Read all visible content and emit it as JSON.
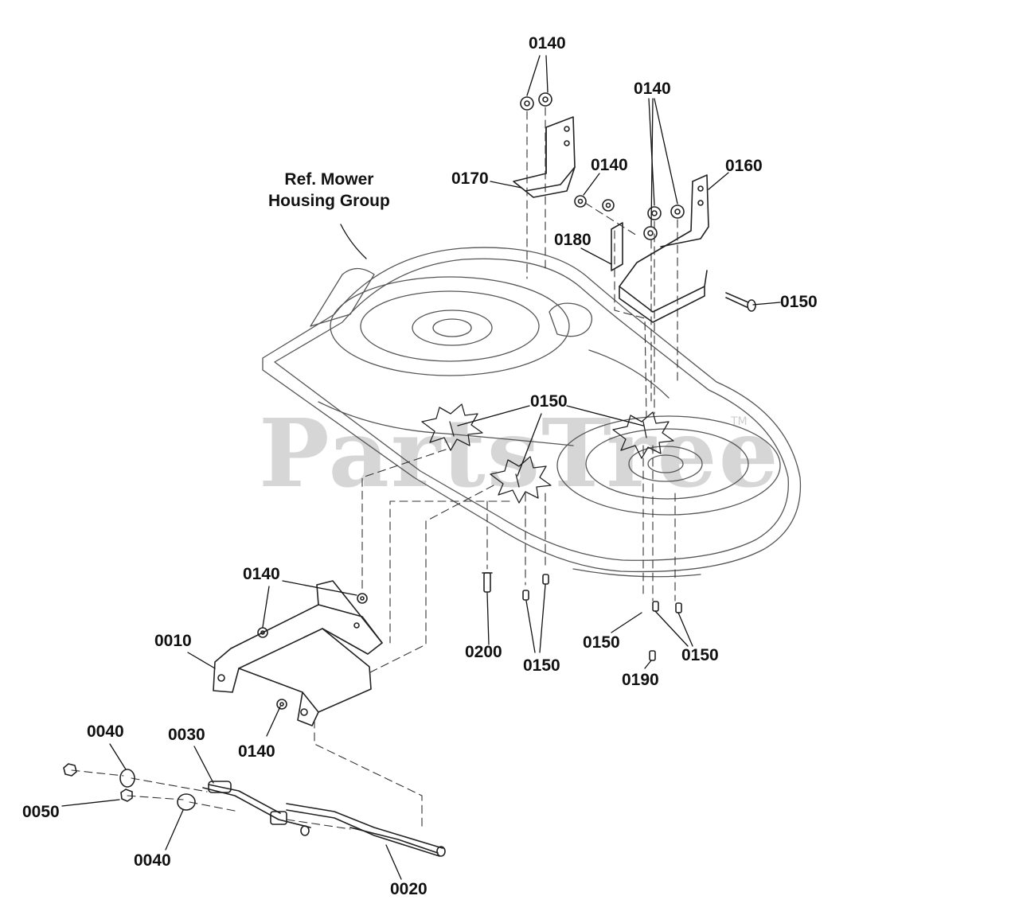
{
  "diagram": {
    "watermark": "PartsTree",
    "trademark": "TM",
    "reference_label": {
      "line1": "Ref. Mower",
      "line2": "Housing Group"
    },
    "callouts": {
      "p0140_top": "0140",
      "p0140_right": "0140",
      "p0140_mid": "0140",
      "p0170": "0170",
      "p0160": "0160",
      "p0180": "0180",
      "p0150_right": "0150",
      "p0150_center": "0150",
      "p0140_bracket": "0140",
      "p0010": "0010",
      "p0140_lower": "0140",
      "p0200": "0200",
      "p0150_bottom_mid": "0150",
      "p0150_bottom_left": "0150",
      "p0150_bottom_right": "0150",
      "p0190": "0190",
      "p0040_top": "0040",
      "p0030": "0030",
      "p0050": "0050",
      "p0040_bottom": "0040",
      "p0020": "0020"
    }
  }
}
